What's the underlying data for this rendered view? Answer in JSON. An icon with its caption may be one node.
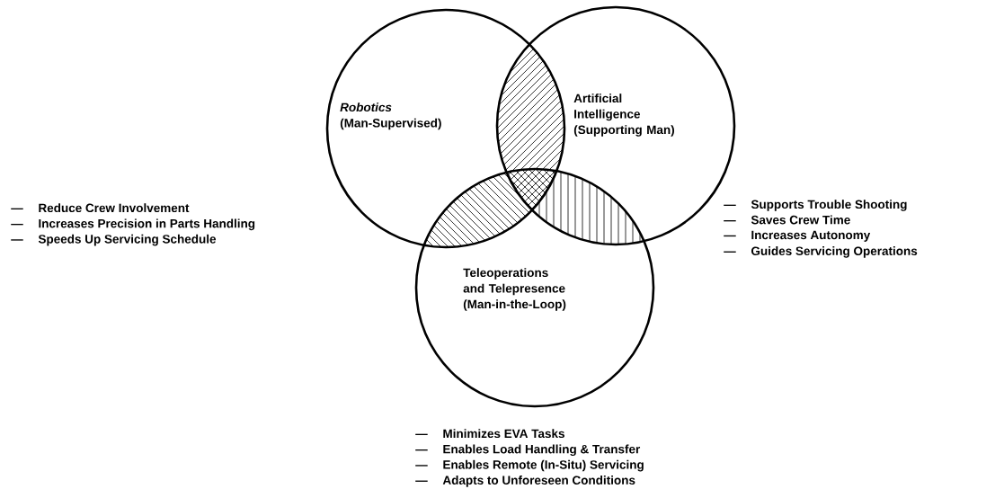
{
  "diagram": {
    "nodes": [
      {
        "text": [
          "*Robotics* (Man-Supervised)"
        ]
      },
      {
        "text": [
          "Artificial Intelligence (Supporting Man)"
        ]
      },
      {
        "text": [
          "Teleoperations and Telepresence (Man-in-the-Loop)"
        ]
      }
    ],
    "labels": [
      "— Reduce Crew Involvement",
      "— Increases Precision in Parts Handling",
      "— Speeds Up Servicing Schedule",
      "— Supports Trouble Shooting",
      "— Saves Crew Time",
      "— Increases Autonomy",
      "— Guides Servicing Operations",
      "— Minimizes EVA Tasks",
      "— Enables Load Handling & Transfer",
      "— Enables Remote (In-Situ) Servicing",
      "— Adapts to Unforeseen Conditions"
    ]
  }
}
